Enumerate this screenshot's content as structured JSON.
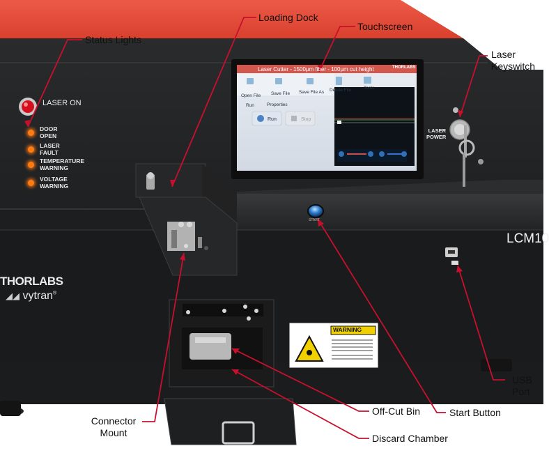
{
  "callouts": {
    "status_lights": "Status Lights",
    "loading_dock": "Loading Dock",
    "touchscreen": "Touchscreen",
    "laser_keyswitch_1": "Laser",
    "laser_keyswitch_2": "Keyswitch",
    "usb_port_1": "USB",
    "usb_port_2": "Port",
    "start_button": "Start Button",
    "off_cut_bin": "Off-Cut Bin",
    "discard_chamber": "Discard Chamber",
    "connector_mount_1": "Connector",
    "connector_mount_2": "Mount"
  },
  "panel": {
    "laser_on": "LASER ON",
    "status_lights": [
      {
        "label": "DOOR\nOPEN"
      },
      {
        "label": "LASER\nFAULT"
      },
      {
        "label": "TEMPERATURE\nWARNING"
      },
      {
        "label": "VOLTAGE\nWARNING"
      }
    ],
    "laser_power_1": "LASER",
    "laser_power_2": "POWER",
    "model": "LCM10",
    "brand": "THORLABS",
    "sub_brand": "vytran",
    "start_label": "START"
  },
  "touchscreen": {
    "title": "Laser Cutter - 1500µm fiber - 100µm cut height",
    "logo": "THORLABS",
    "toolbar": [
      "Open File",
      "Save File",
      "Save File As",
      "Delete File",
      "Tools"
    ],
    "tabs": [
      "Run",
      "Properties"
    ],
    "run_button": "Run",
    "stop_button": "Stop"
  },
  "warning_label": {
    "header": "WARNING"
  },
  "colors": {
    "chassis": "#1f2021",
    "top_cover": "#e8523f",
    "callout_line": "#c8102e",
    "led": "#ff7a10"
  }
}
